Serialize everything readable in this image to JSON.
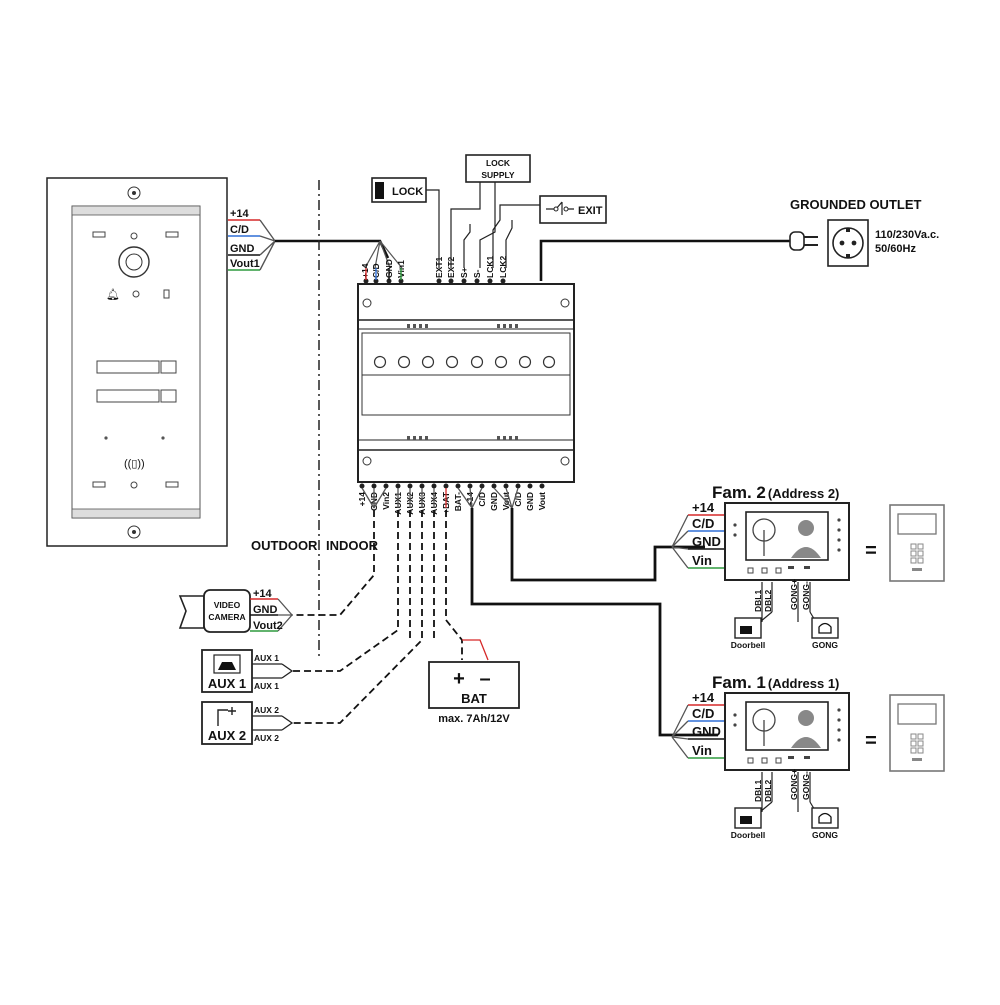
{
  "panel": {
    "wires": [
      "+14",
      "C/D",
      "GND",
      "Vout1"
    ],
    "zone_outdoor": "OUTDOOR",
    "zone_indoor": "INDOOR"
  },
  "controller": {
    "top_left_terminals": [
      "+14",
      "C/D",
      "GND",
      "Vin1"
    ],
    "top_right_terminals": [
      "EXT1",
      "EXT2",
      "S+",
      "S-",
      "LCK1",
      "LCK2"
    ],
    "bottom_terminals": [
      "+14",
      "GND",
      "Vin2",
      "AUX1",
      "AUX2",
      "AUX3",
      "AUX4",
      "+BAT",
      "BAT-",
      "+14",
      "C/D",
      "GND",
      "Vout",
      "C/D",
      "GND",
      "Vout"
    ]
  },
  "lock": {
    "label": "LOCK"
  },
  "lock_supply": {
    "line1": "LOCK",
    "line2": "SUPPLY"
  },
  "exit": {
    "label": "EXIT"
  },
  "outlet": {
    "title": "GROUNDED OUTLET",
    "line1": "110/230Va.c.",
    "line2": "50/60Hz"
  },
  "camera": {
    "line1": "VIDEO",
    "line2": "CAMERA",
    "wires": [
      "+14",
      "GND",
      "Vout2"
    ]
  },
  "aux1": {
    "label": "AUX 1",
    "wire1": "AUX 1",
    "wire2": "AUX 1"
  },
  "aux2": {
    "label": "AUX 2",
    "wire1": "AUX 2",
    "wire2": "AUX 2"
  },
  "battery": {
    "label": "BAT",
    "spec": "max. 7Ah/12V",
    "plus": "+",
    "minus": "–"
  },
  "monitors": [
    {
      "title": "Fam. 2",
      "address": "(Address 2)",
      "wires": [
        "+14",
        "C/D",
        "GND",
        "Vin"
      ],
      "doorbell_wires": [
        "DBL1",
        "DBL2"
      ],
      "gong_wires": [
        "GONG+",
        "GONG-"
      ],
      "doorbell_label": "Doorbell",
      "gong_label": "GONG",
      "equals": "="
    },
    {
      "title": "Fam. 1",
      "address": "(Address 1)",
      "wires": [
        "+14",
        "C/D",
        "GND",
        "Vin"
      ],
      "doorbell_wires": [
        "DBL1",
        "DBL2"
      ],
      "gong_wires": [
        "GONG+",
        "GONG-"
      ],
      "doorbell_label": "Doorbell",
      "gong_label": "GONG",
      "equals": "="
    }
  ],
  "colors": {
    "red": "#d62828",
    "blue": "#2f6fd6",
    "green": "#2e9a3e",
    "black": "#111111",
    "gray": "#9a9a9a"
  }
}
